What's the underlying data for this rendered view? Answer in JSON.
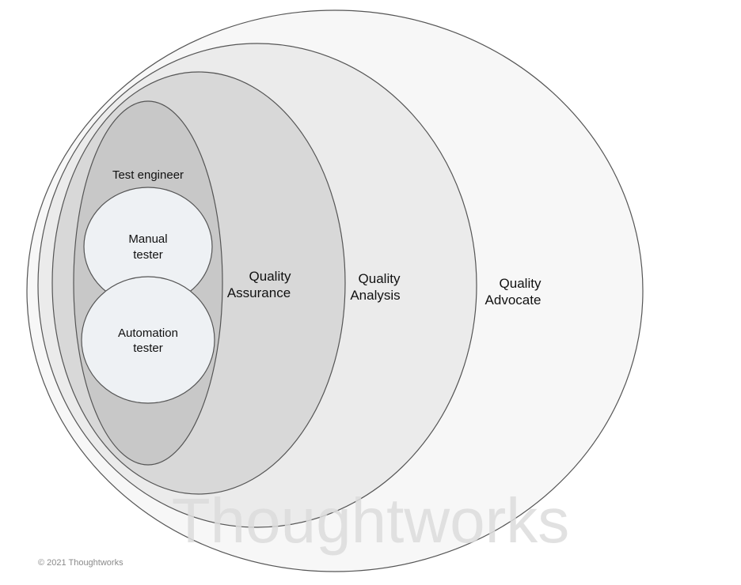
{
  "diagram": {
    "rings": {
      "quality_advocate": {
        "line1": "Quality",
        "line2": "Advocate"
      },
      "quality_analysis": {
        "line1": "Quality",
        "line2": "Analysis"
      },
      "quality_assurance": {
        "line1": "Quality",
        "line2": "Assurance"
      },
      "test_engineer": {
        "label": "Test engineer"
      }
    },
    "roles": {
      "manual_tester": {
        "line1": "Manual",
        "line2": "tester"
      },
      "automation_tester": {
        "line1": "Automation",
        "line2": "tester"
      }
    }
  },
  "watermark": "Thoughtworks",
  "copyright": "© 2021 Thoughtworks",
  "colors": {
    "ring_outer": "#f7f7f7",
    "ring_second": "#ebebeb",
    "ring_third": "#d8d8d8",
    "ring_inner": "#c8c8c8",
    "role_circle": "#eef1f4",
    "stroke": "#555555"
  }
}
